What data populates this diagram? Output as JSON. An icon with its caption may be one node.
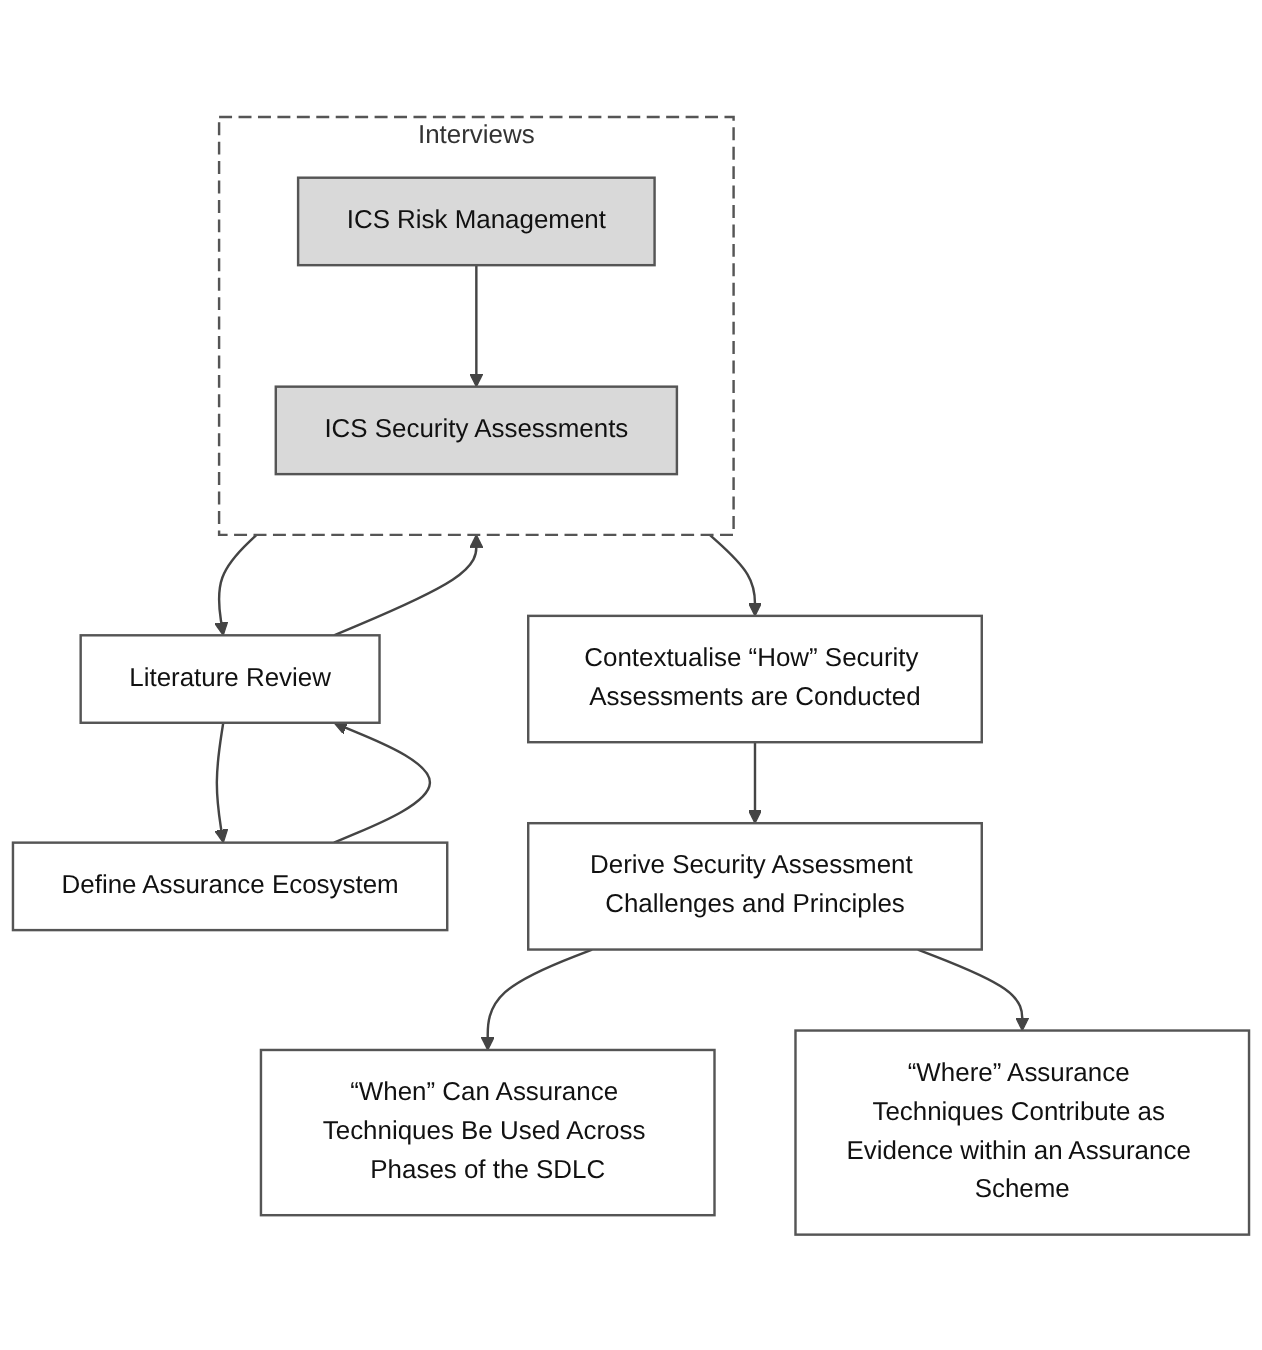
{
  "diagram": {
    "nodes": [
      {
        "text": [
          "Define Assurance Ecosystem"
        ]
      },
      {
        "text": [
          "Literature Review"
        ]
      },
      {
        "text": [
          "Interviews"
        ]
      },
      {
        "text": [
          "ICS Risk Management"
        ],
        "in": 2
      },
      {
        "text": [
          "ICS Security Assessments"
        ],
        "in": 2
      },
      {
        "text": [
          "Contextualise “How” Security Assessments are Conducted"
        ]
      },
      {
        "text": [
          "Derive Security Assessment Challenges and Principles"
        ]
      },
      {
        "text": [
          "“When” Can Assurance Techniques Be Used Across Phases of the SDLC"
        ]
      },
      {
        "text": [
          "“Where” Assurance Techniques Contribute as Evidence within an Assurance Scheme"
        ]
      }
    ],
    "edges": [
      {
        "from": 0,
        "to": 1,
        "arrow": "to"
      },
      {
        "from": 1,
        "to": 0,
        "arrow": "to"
      },
      {
        "from": 1,
        "to": 2,
        "arrow": "to"
      },
      {
        "from": 3,
        "to": 4,
        "arrow": "to"
      },
      {
        "from": 2,
        "to": 1,
        "arrow": "to"
      },
      {
        "from": 2,
        "to": 5,
        "arrow": "to"
      },
      {
        "from": 5,
        "to": 6,
        "arrow": "to"
      },
      {
        "from": 6,
        "to": 7,
        "arrow": "to"
      },
      {
        "from": 6,
        "to": 8,
        "arrow": "to"
      }
    ]
  }
}
